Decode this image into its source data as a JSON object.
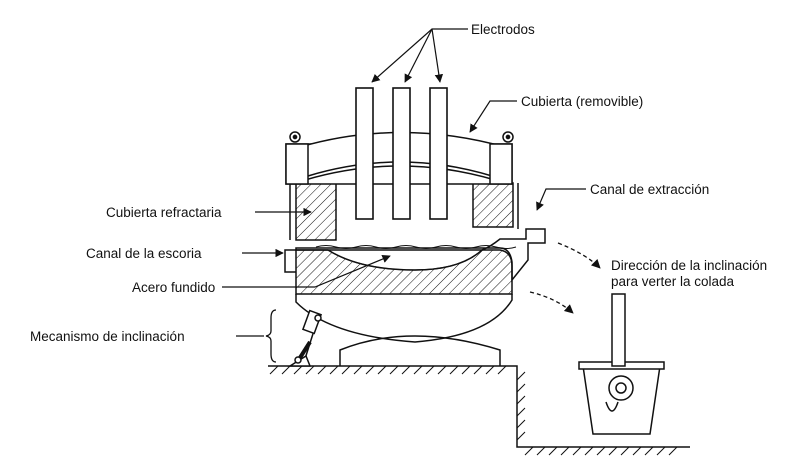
{
  "labels": {
    "electrodes": "Electrodos",
    "cover": "Cubierta (removible)",
    "tap_channel": "Canal de extracción",
    "refractory_cover": "Cubierta refractaria",
    "slag_channel": "Canal de la escoria",
    "molten_steel": "Acero fundido",
    "tilt_direction_line1": "Dirección de la inclinación",
    "tilt_direction_line2": "para verter la colada",
    "tilt_mechanism": "Mecanismo de inclinación"
  },
  "colors": {
    "line": "#111111",
    "background": "#ffffff"
  }
}
